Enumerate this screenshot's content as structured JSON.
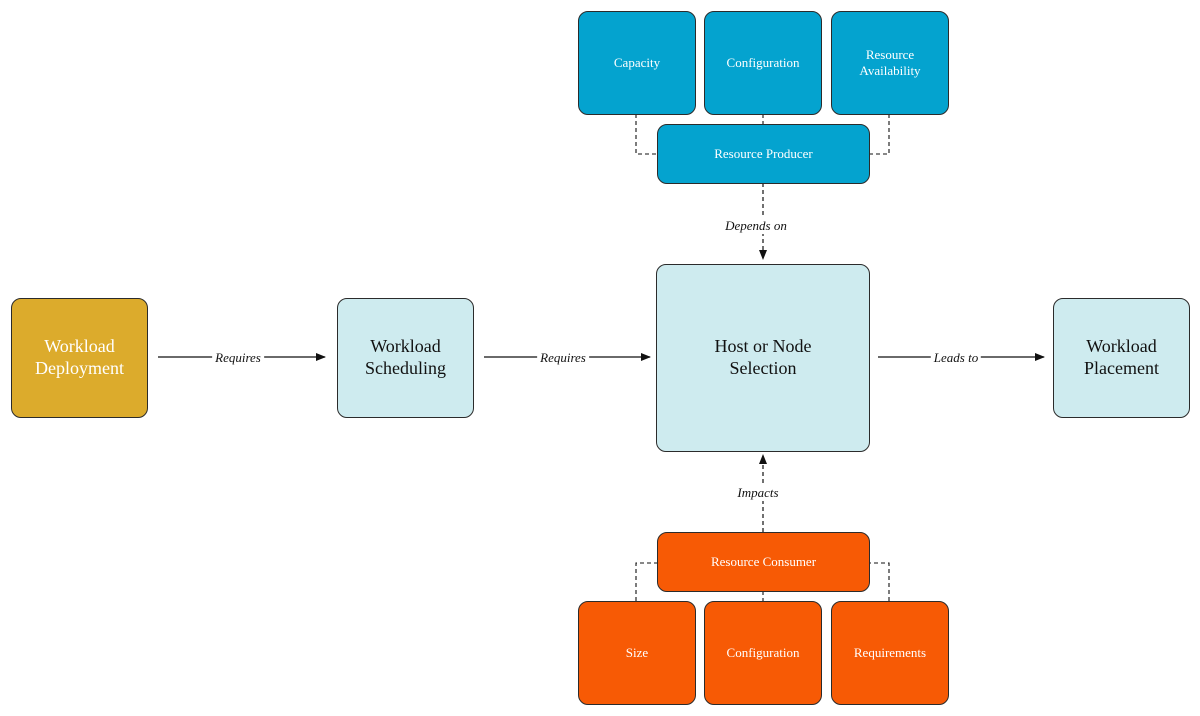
{
  "colors": {
    "deployment_fill": "#dcab2c",
    "light_fill": "#ceebef",
    "producer_fill": "#04a3cf",
    "consumer_fill": "#f75a05",
    "stroke": "#2b2b2b"
  },
  "nodes": {
    "workload_deployment": "Workload Deployment",
    "workload_scheduling": "Workload Scheduling",
    "host_node_selection": "Host or Node Selection",
    "workload_placement": "Workload Placement",
    "resource_producer": "Resource Producer",
    "capacity": "Capacity",
    "producer_configuration": "Configuration",
    "resource_availability": "Resource Availability",
    "resource_consumer": "Resource Consumer",
    "size": "Size",
    "consumer_configuration": "Configuration",
    "requirements": "Requirements"
  },
  "edges": {
    "deployment_to_scheduling": "Requires",
    "scheduling_to_selection": "Requires",
    "selection_to_placement": "Leads to",
    "producer_to_selection": "Depends on",
    "consumer_to_selection": "Impacts"
  }
}
